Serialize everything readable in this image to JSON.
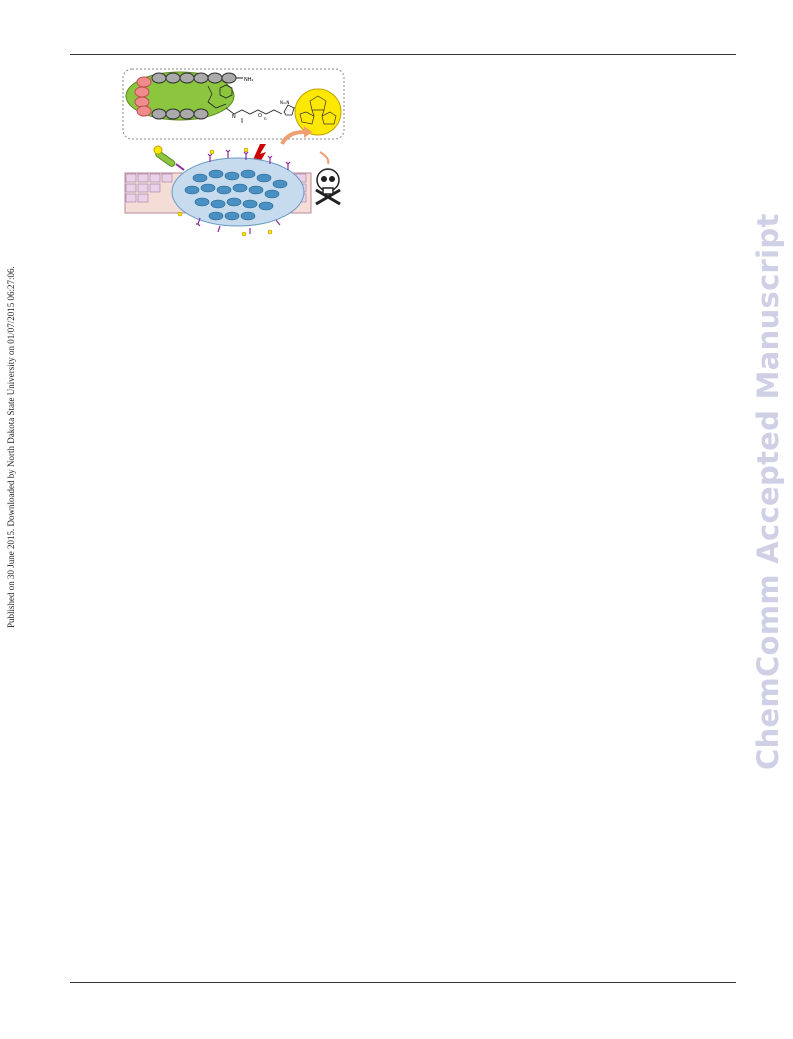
{
  "sidebar_text": "Published on 30 June 2015. Downloaded by North Dakota State University on 01/07/2015 06:27:06.",
  "watermark": "ChemComm Accepted Manuscript",
  "figure": {
    "nh2_label": "NH₂",
    "triazole_label": "N=N",
    "subscript_n": "n",
    "oxygen_label": "O",
    "pep_nh_label": "N",
    "icon": "skull-crossbones-icon",
    "colors": {
      "micelle": "#8cc63f",
      "ring_head": "#f08c8c",
      "fullerene": "#ffe800",
      "tumor": "#4a90c2",
      "receptor": "#8b2a9c",
      "arrow": "#f0a070",
      "lightning": "#cc0000"
    }
  }
}
